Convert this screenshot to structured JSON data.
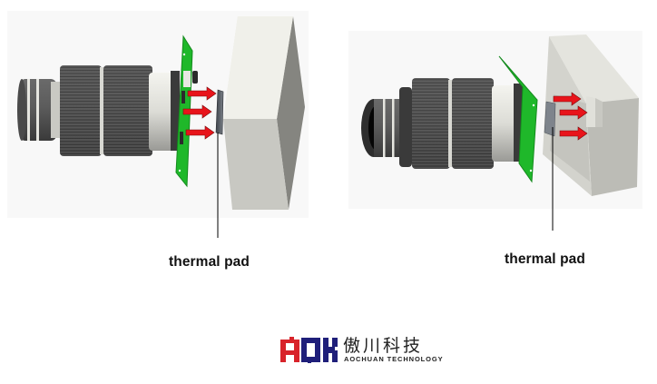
{
  "diagrams": [
    {
      "id": "left",
      "description": "Camera lens module with PCB; heat transferred via thermal pad to a flat heat-sink block",
      "callout_label": "thermal pad",
      "arrow_count": 3,
      "arrow_color": "#e8141b"
    },
    {
      "id": "right",
      "description": "Camera lens module with PCB; heat transferred via thermal pad into a housing with a raised boss",
      "callout_label": "thermal pad",
      "arrow_count": 3,
      "arrow_color": "#e8141b"
    }
  ],
  "colors": {
    "pcb_green": "#1fb82a",
    "lens_dark": "#4a4a4a",
    "lens_mid": "#6b6b6b",
    "lens_light": "#d9d9d2",
    "block_light": "#ededE6",
    "block_shadow": "#8c8c86",
    "thermal_pad": "#5a6068",
    "logo_red": "#d8232a",
    "logo_navy": "#1f1f7a"
  },
  "logo": {
    "letters": "AOK",
    "chinese_name": "傲川科技",
    "english_name": "AOCHUAN TECHNOLOGY"
  }
}
